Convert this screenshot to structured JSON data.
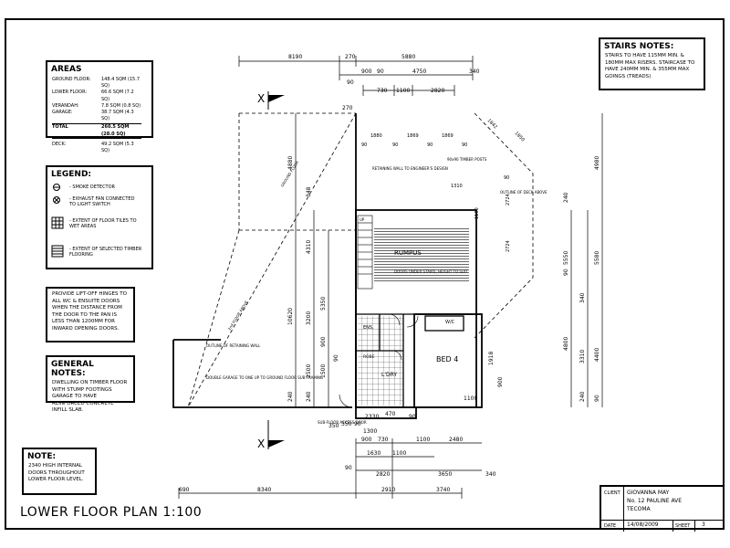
{
  "drawing_title": "LOWER FLOOR PLAN 1:100",
  "areas": {
    "heading": "AREAS",
    "rows": [
      {
        "label": "GROUND FLOOR:",
        "value": "148.4 SQM (15.7 SQ)"
      },
      {
        "label": "LOWER FLOOR:",
        "value": "66.6 SQM (7.2 SQ)"
      },
      {
        "label": "VERANDAH:",
        "value": "7.8 SQM (0.8 SQ)"
      },
      {
        "label": "GARAGE:",
        "value": "38.7 SQM (4.3 SQ)"
      }
    ],
    "total_label": "TOTAL",
    "total_value": "260.5 SQM (28.0 SQ)",
    "deck_label": "DECK:",
    "deck_value": "49.2 SQM (5.3 SQ)"
  },
  "legend": {
    "heading": "LEGEND:",
    "items": [
      {
        "icon": "smoke-detector-icon",
        "text": "- SMOKE DETECTOR"
      },
      {
        "icon": "exhaust-fan-icon",
        "text": "- EXHAUST FAN CONNECTED TO LIGHT SWITCH"
      },
      {
        "icon": "floor-tiles-icon",
        "text": "- EXTENT OF FLOOR TILES TO WET AREAS"
      },
      {
        "icon": "timber-flooring-icon",
        "text": "- EXTENT OF SELECTED TIMBER FLOORING"
      }
    ]
  },
  "hinge_note": "PROVIDE LIFT-OFF HINGES TO ALL WC & ENSUITE DOORS WHEN THE DISTANCE FROM THE DOOR TO THE PAN IS LESS THAN 1200mm FOR INWARD OPENING DOORS.",
  "general_notes": {
    "heading": "GENERAL NOTES:",
    "text": "DWELLING ON TIMBER FLOOR WITH STUMP FOOTINGS GARAGE TO HAVE REINFORCED CONCRETE INFILL SLAB."
  },
  "note": {
    "heading": "NOTE:",
    "text": "2340 HIGH INTERNAL DOORS THROUGHOUT LOWER FLOOR LEVEL."
  },
  "stairs_notes": {
    "heading": "STAIRS NOTES:",
    "text": "STAIRS TO HAVE 115mm MIN. & 180mm MAX RISERS. STAIRCASE TO HAVE 240mm MIN. & 355mm MAX GOINGS (TREADS)"
  },
  "title_block": {
    "client_label": "CLIENT",
    "client_lines": [
      "GIOVANNA MAY",
      "No. 12 PAULINE AVE",
      "TECOMA"
    ],
    "date_label": "DATE",
    "date_value": "14/08/2009",
    "sheet_label": "SHEET",
    "sheet_value": "3"
  },
  "plan": {
    "section_marker": "X",
    "rooms": {
      "rumpus": "RUMPUS",
      "bed4": "BED 4",
      "ens": "ENS.",
      "lbry": "L'DRY",
      "wc": "W/C",
      "robe": "ROBE"
    },
    "labels": {
      "retaining": "RETAINING WALL TO ENGINEER'S DESIGN",
      "timber_posts": "90x90 TIMBER POSTS",
      "outline_deck": "OUTLINE OF DECK ABOVE",
      "doors_under": "DOORS UNDER STAIRS, HEIGHT TO SUIT",
      "outline_retaining": "OUTLINE OF RETAINING WALL",
      "double_garage": "DOUBLE GARAGE TO ONE UP TO GROUND FLOOR SUB FRAMING",
      "subfloor": "SUB-FLOOR ACCESS DOOR",
      "stair_dir": "UP",
      "diag1": "GROUND FLOOR",
      "diag2": "2nd FLOOR ABOVE"
    },
    "dims_top": [
      "8190",
      "270",
      "5880",
      "900",
      "90",
      "4750",
      "340",
      "90",
      "730",
      "1100",
      "2820",
      "270"
    ],
    "dims_inner": [
      "1880",
      "1869",
      "1869",
      "90",
      "90",
      "90",
      "90",
      "1310",
      "1842",
      "1850",
      "1190",
      "90",
      "2724",
      "2724"
    ],
    "dims_left": [
      "4880",
      "348",
      "4310",
      "10620",
      "5350",
      "3200",
      "2500",
      "1500",
      "900",
      "240",
      "90",
      "240",
      "350"
    ],
    "dims_right": [
      "4980",
      "240",
      "5550",
      "5580",
      "90",
      "340",
      "4800",
      "3310",
      "4400",
      "240",
      "90"
    ],
    "dims_bottom": [
      "1300",
      "90",
      "350",
      "2330",
      "470",
      "90",
      "900",
      "730",
      "1100",
      "2480",
      "1630",
      "1100",
      "90",
      "2820",
      "3650",
      "340",
      "690",
      "8340",
      "2910",
      "3740",
      "1100",
      "1918",
      "900"
    ]
  },
  "colors": {
    "ink": "#000000",
    "paper": "#ffffff"
  }
}
